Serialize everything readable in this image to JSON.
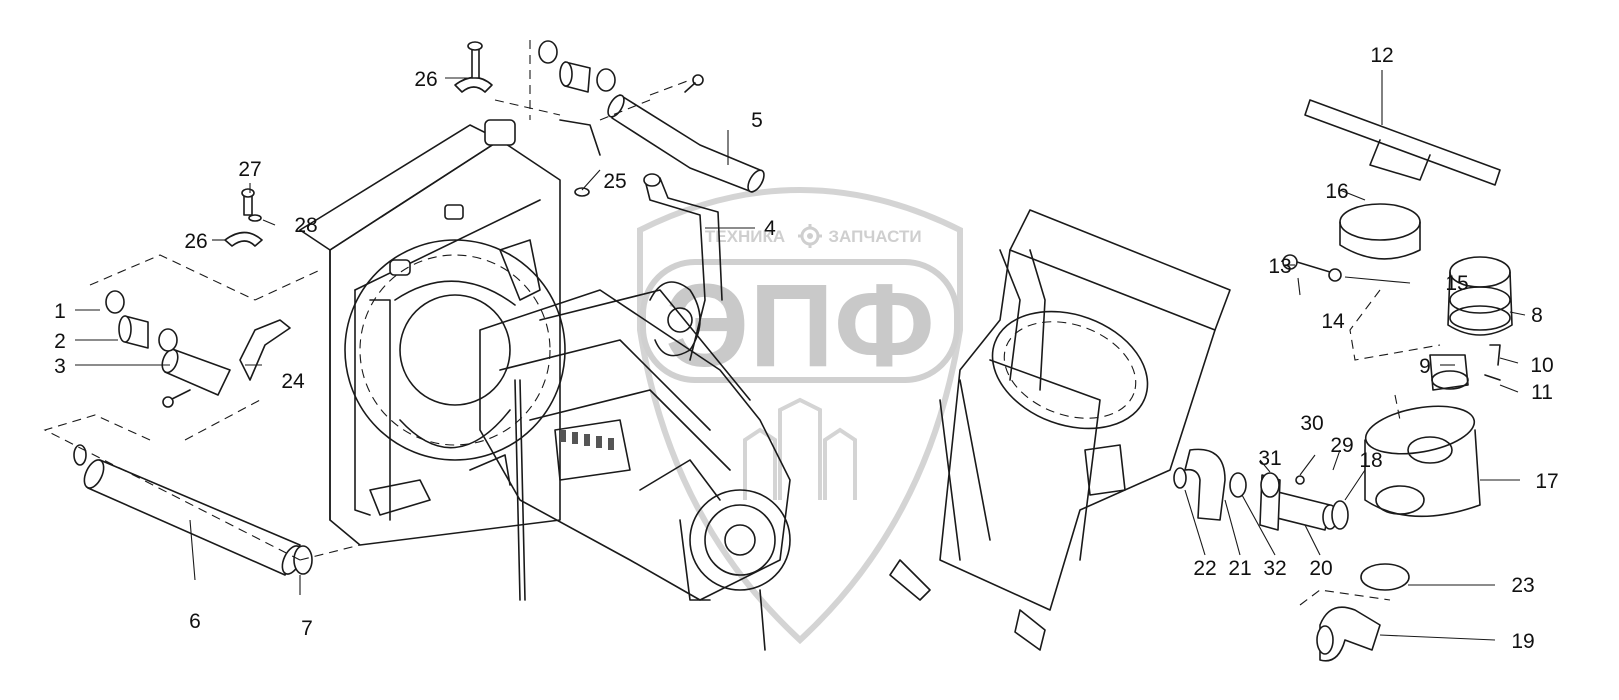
{
  "watermark": {
    "left_word": "ТЕХНИКА",
    "right_word": "ЗАПЧАСТИ",
    "logo": "ЭПФ",
    "gear_icon": "gear-icon",
    "colors": {
      "watermark": "#cfcfcf",
      "lines": "#1a1a1a"
    }
  },
  "callouts": [
    {
      "id": "c1",
      "text": "1"
    },
    {
      "id": "c2",
      "text": "2"
    },
    {
      "id": "c3",
      "text": "3"
    },
    {
      "id": "c4",
      "text": "4"
    },
    {
      "id": "c5",
      "text": "5"
    },
    {
      "id": "c6",
      "text": "6"
    },
    {
      "id": "c7",
      "text": "7"
    },
    {
      "id": "c8",
      "text": "8"
    },
    {
      "id": "c9",
      "text": "9"
    },
    {
      "id": "c10",
      "text": "10"
    },
    {
      "id": "c11",
      "text": "11"
    },
    {
      "id": "c12",
      "text": "12"
    },
    {
      "id": "c13",
      "text": "13"
    },
    {
      "id": "c14",
      "text": "14"
    },
    {
      "id": "c15",
      "text": "15"
    },
    {
      "id": "c16",
      "text": "16"
    },
    {
      "id": "c17",
      "text": "17"
    },
    {
      "id": "c18",
      "text": "18"
    },
    {
      "id": "c19",
      "text": "19"
    },
    {
      "id": "c20",
      "text": "20"
    },
    {
      "id": "c21",
      "text": "21"
    },
    {
      "id": "c22",
      "text": "22"
    },
    {
      "id": "c23",
      "text": "23"
    },
    {
      "id": "c24",
      "text": "24"
    },
    {
      "id": "c25",
      "text": "25"
    },
    {
      "id": "c26a",
      "text": "26"
    },
    {
      "id": "c26b",
      "text": "26"
    },
    {
      "id": "c27",
      "text": "27"
    },
    {
      "id": "c28",
      "text": "28"
    },
    {
      "id": "c29",
      "text": "29"
    },
    {
      "id": "c30",
      "text": "30"
    },
    {
      "id": "c31",
      "text": "31"
    },
    {
      "id": "c32",
      "text": "32"
    }
  ]
}
